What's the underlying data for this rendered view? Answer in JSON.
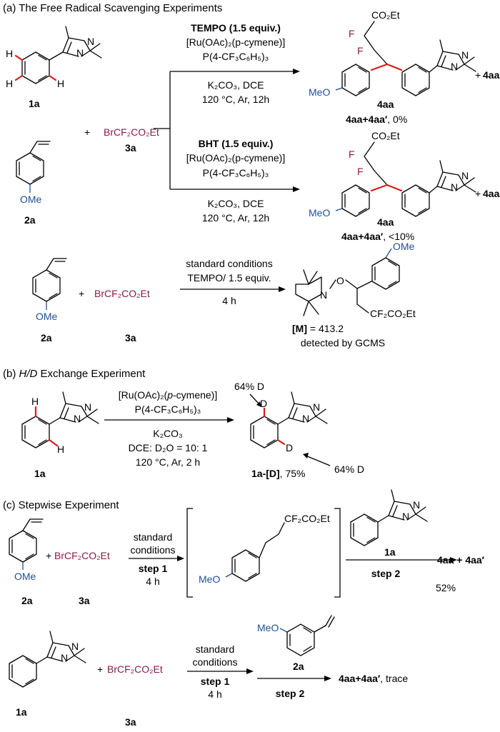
{
  "sections": {
    "a": "(a) The Free Radical Scavenging Experiments",
    "b_pre": "(b) ",
    "b_italic": "H/D",
    "b_post": " Exchange Experiment",
    "c": "(c) Stepwise Experiment"
  },
  "labels": {
    "c1a": "1a",
    "c2a": "2a",
    "c3a": "3a",
    "c4aa": "4aa",
    "c4aa_prime": "4aa′",
    "c1aD_bold": "1a-[D]",
    "c1aD_yield": ", 75%",
    "plus": "+",
    "N": "N",
    "D": "D",
    "H": "H",
    "OMe": "OMe",
    "MeO": "MeO",
    "reagent": "BrCF₂CO₂Et",
    "CO2Et": "CO₂Et",
    "F": "F",
    "O": "O",
    "CF2CO2Et": "CF₂CO₂Et",
    "pct64D": "64% D"
  },
  "text_a": {
    "tempo": "TEMPO (1.5 equiv.)",
    "ru": "[Ru(OAc)₂(p-cymene)]",
    "phos": "P(4-CF₃C₆H₅)₃",
    "base": "K₂CO₃,  DCE",
    "temp": "120 °C, Ar, 12h",
    "result1_bold": "4aa+4aa′",
    "result1_rest": ",  0%",
    "bht": "BHT (1.5 equiv.)",
    "result2_bold": "4aa+4aa′",
    "result2_rest": ", <10%",
    "std": "standard conditions",
    "tempo2": "TEMPO/ 1.5 equiv.",
    "time4": "4 h",
    "m_bold": "[M]",
    "m_rest": " = 413.2",
    "gcms": "detected by GCMS"
  },
  "text_b": {
    "ru_pre": "[Ru(OAc)₂(",
    "ru_it": "p",
    "ru_post": "-cymene)]",
    "phos": "P(4-CF₃C₆H₅)₃",
    "base": "K₂CO₃",
    "solvent": "DCE: D₂O = 10: 1",
    "temp": "120 °C, Ar, 2 h"
  },
  "text_c": {
    "standard": "standard",
    "conditions": "conditions",
    "step1": "step 1",
    "time4": "4 h",
    "step2": "step 2",
    "product": "4aa + 4aa′",
    "yield": "52%",
    "product2": "4aa+4aa′",
    "trace": ", trace"
  },
  "colors": {
    "red_bond": "#d91b1b",
    "reagent": "#8b1a4a",
    "methoxy": "#1f4e96"
  }
}
